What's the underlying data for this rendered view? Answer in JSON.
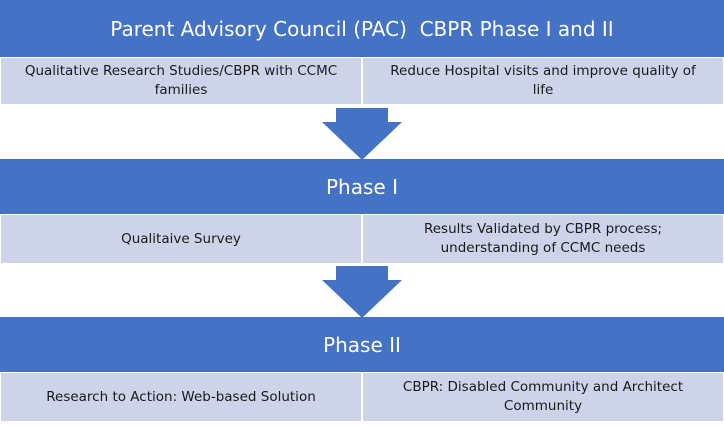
{
  "colors": {
    "header_fill": "#4472c4",
    "cell_fill": "#cdd4ea",
    "arrow_fill": "#4472c4",
    "header_text": "#ffffff",
    "cell_text": "#1a1a1a"
  },
  "top": {
    "title": "Parent Advisory Council (PAC)  CBPR Phase I and II",
    "left_cell": "Qualitative Research Studies/CBPR with CCMC families",
    "right_cell": "Reduce Hospital visits and improve quality of life"
  },
  "phase1": {
    "title": "Phase I",
    "left_cell": "Qualitaive Survey",
    "right_cell": "Results Validated by CBPR process; understanding  of CCMC needs"
  },
  "phase2": {
    "title": "Phase II",
    "left_cell": "Research to Action: Web-based Solution",
    "right_cell": "CBPR: Disabled Community and Architect Community"
  }
}
